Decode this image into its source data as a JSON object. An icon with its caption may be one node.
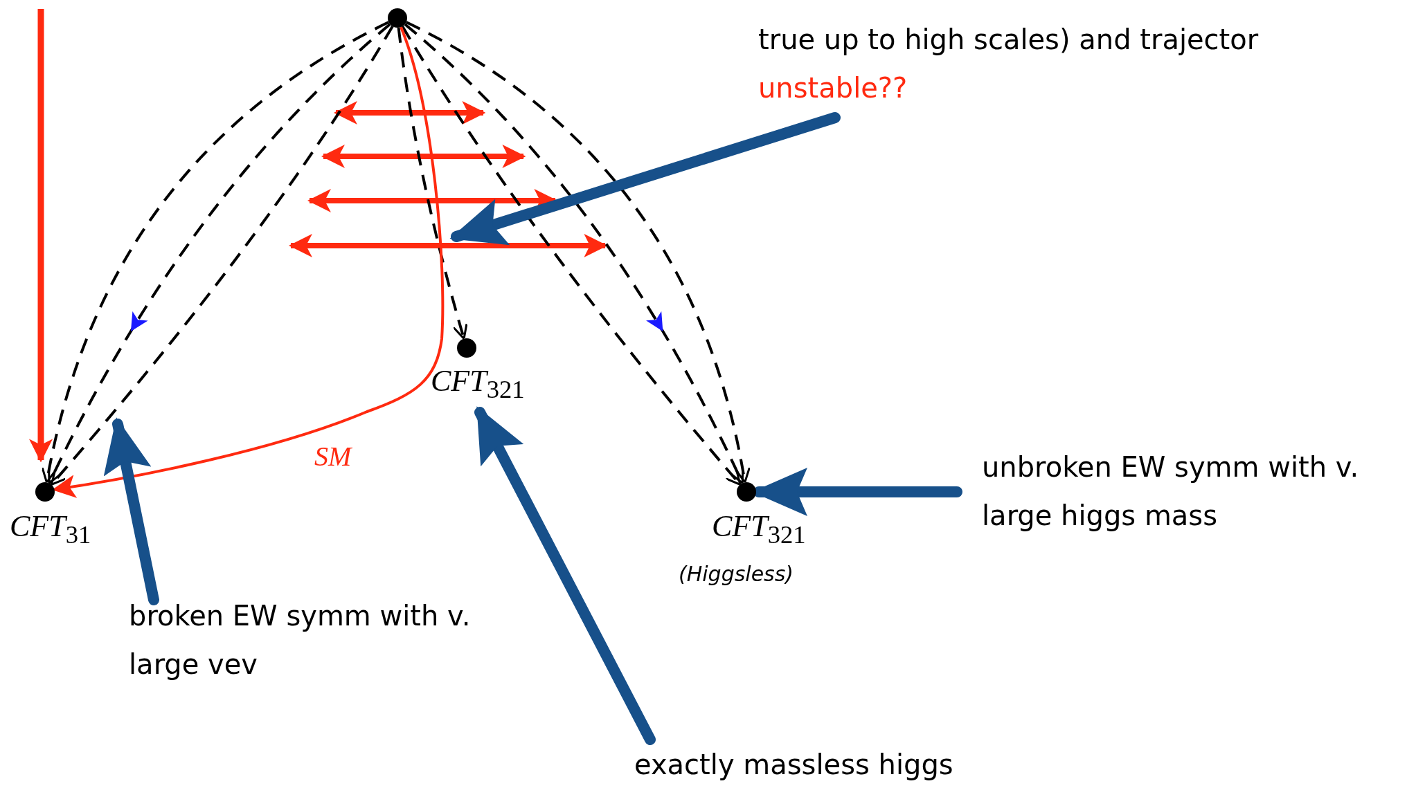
{
  "diagram": {
    "nodes": [
      {
        "text": [],
        "shape": "circle"
      },
      {
        "text": [
          "true up to high scales) and trajector",
          "unstable??"
        ]
      },
      {
        "text": [
          "*CFT*$_{321}$"
        ]
      },
      {
        "text": [
          "*CFT*$_{31}$"
        ]
      },
      {
        "text": [
          "*CFT*$_{321}$"
        ],
        "beside": [
          "(Higgsless)"
        ]
      },
      {
        "text": [
          "unbroken EW symm with v. large higgs mass"
        ]
      },
      {
        "text": [
          "broken EW symm with v. large vev"
        ]
      },
      {
        "text": [
          "exactly massless higgs"
        ]
      }
    ],
    "edges": [
      {
        "from": 0,
        "to": 3,
        "arrow": "to",
        "style": "dashed"
      },
      {
        "from": 0,
        "to": 3,
        "arrow": "to",
        "style": "dashed"
      },
      {
        "from": 0,
        "to": 3,
        "arrow": "to",
        "style": "dashed"
      },
      {
        "from": 0,
        "to": 2,
        "arrow": "to",
        "style": "dashed"
      },
      {
        "from": 0,
        "to": 4,
        "arrow": "to",
        "style": "dashed"
      },
      {
        "from": 0,
        "to": 4,
        "arrow": "to",
        "style": "dashed"
      },
      {
        "from": 0,
        "to": 4,
        "arrow": "to",
        "style": "dashed"
      },
      {
        "from": 0,
        "to": 3,
        "arrow": "to",
        "label": "SM",
        "color": "#ff2a10"
      },
      {
        "from": 1,
        "to": null,
        "arrow": "to",
        "style": "thick",
        "color": "#17508a"
      },
      {
        "from": 5,
        "to": 4,
        "arrow": "to",
        "style": "thick",
        "color": "#17508a"
      },
      {
        "from": 6,
        "to": 3,
        "arrow": "to",
        "style": "thick",
        "color": "#17508a"
      },
      {
        "from": 7,
        "to": 2,
        "arrow": "to",
        "style": "thick",
        "color": "#17508a"
      }
    ]
  }
}
